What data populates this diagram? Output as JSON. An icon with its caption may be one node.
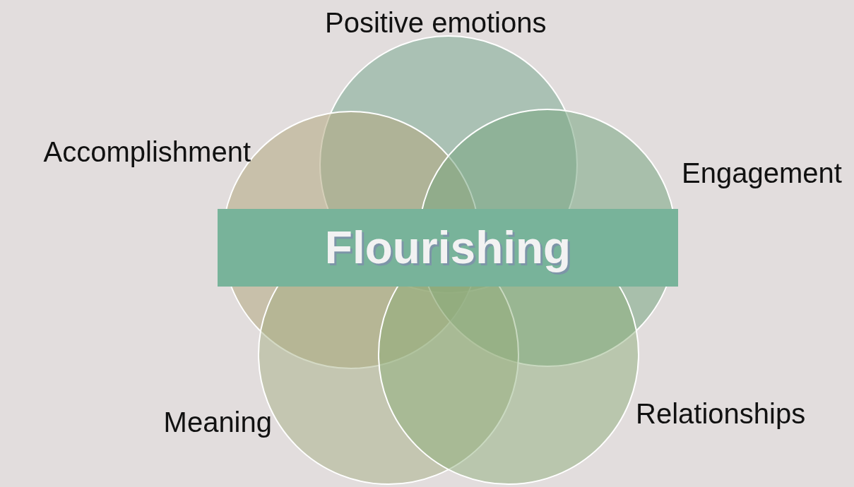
{
  "diagram": {
    "nodes": [
      {
        "text": [
          "Positive emotions"
        ]
      },
      {
        "text": [
          "Accomplishment"
        ]
      },
      {
        "text": [
          "Engagement"
        ]
      },
      {
        "text": [
          "Flourishing"
        ]
      },
      {
        "text": [
          "Meaning"
        ]
      },
      {
        "text": [
          "Relationships"
        ]
      }
    ],
    "edges": []
  }
}
